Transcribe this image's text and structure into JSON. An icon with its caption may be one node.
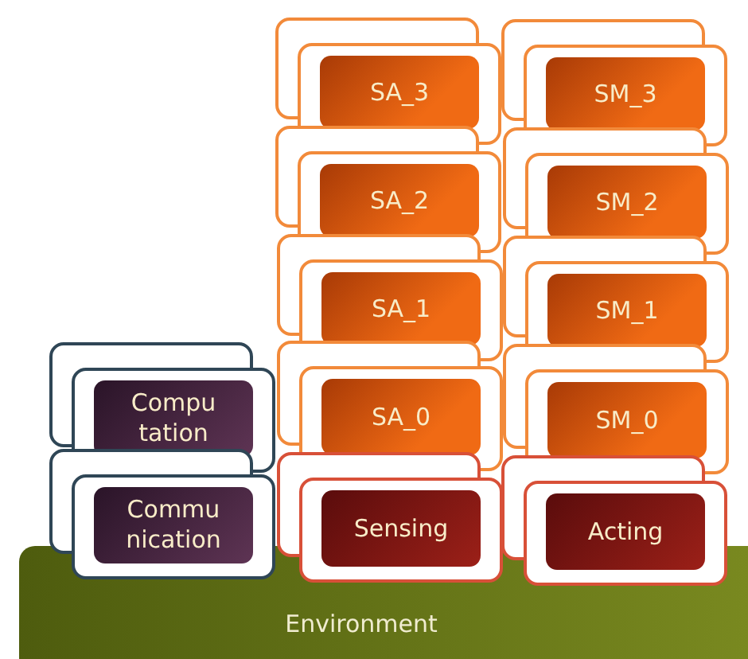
{
  "diagram": {
    "nodes": [
      {
        "text": [
          "SA_3"
        ]
      },
      {
        "text": [
          "SM_3"
        ]
      },
      {
        "text": [
          "SA_2"
        ]
      },
      {
        "text": [
          "SM_2"
        ]
      },
      {
        "text": [
          "SA_1"
        ]
      },
      {
        "text": [
          "SM_1"
        ]
      },
      {
        "text": [
          "Compu tation"
        ]
      },
      {
        "text": [
          "SA_0"
        ]
      },
      {
        "text": [
          "SM_0"
        ]
      },
      {
        "text": [
          "Commu nication"
        ]
      },
      {
        "text": [
          "Sensing"
        ]
      },
      {
        "text": [
          "Acting"
        ]
      },
      {
        "text": [
          "Environment"
        ]
      }
    ],
    "edges": []
  }
}
